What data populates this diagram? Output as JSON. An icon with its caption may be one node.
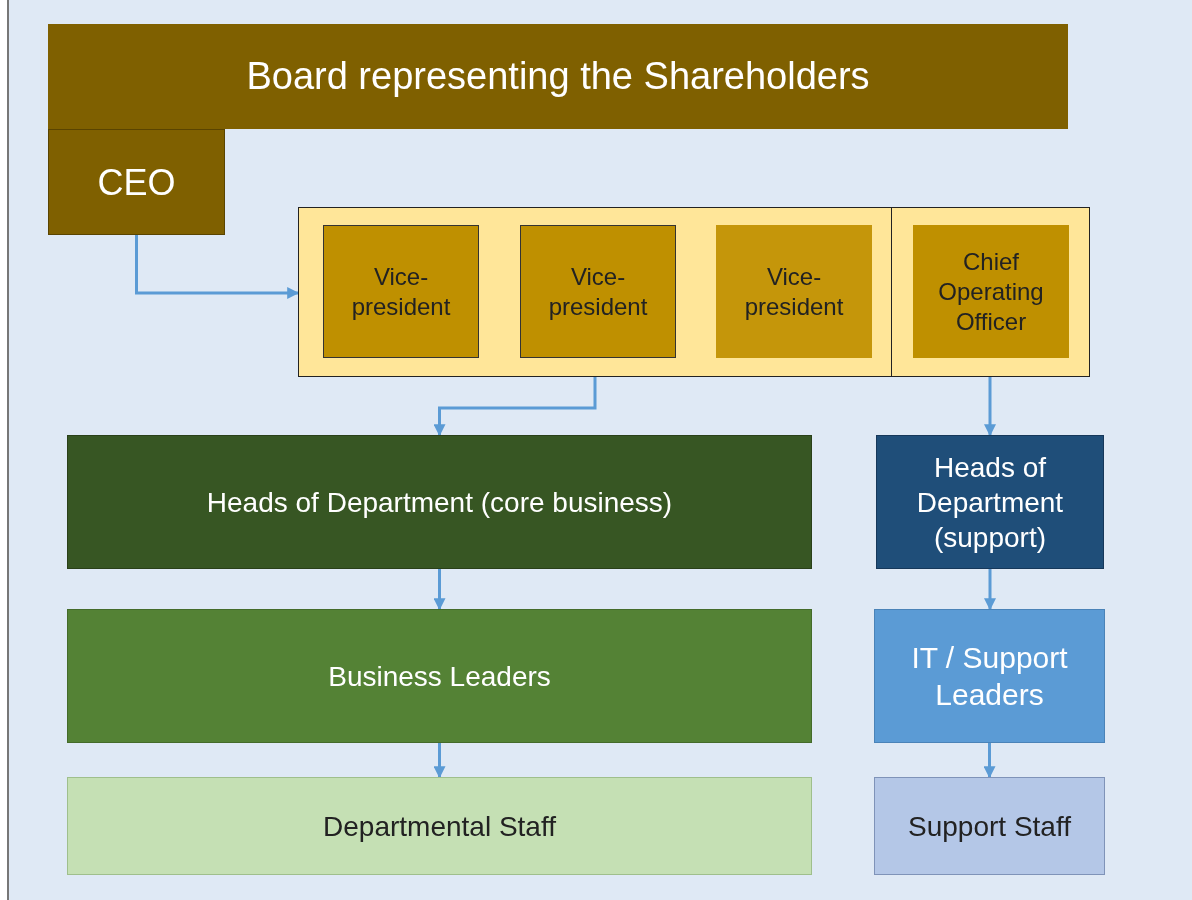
{
  "diagram": {
    "nodes": [
      {
        "text": [
          "Board representing the Shareholders"
        ]
      },
      {
        "text": [
          "CEO"
        ]
      },
      {
        "text": [],
        "shape": "box"
      },
      {
        "text": [
          "Vice-president"
        ],
        "in": 2
      },
      {
        "text": [
          "Vice-president"
        ],
        "in": 2
      },
      {
        "text": [
          "Vice-president"
        ],
        "in": 2
      },
      {
        "text": [
          "Chief Operating Officer"
        ],
        "in": 2
      },
      {
        "text": [
          "Heads of Department (core business)"
        ]
      },
      {
        "text": [
          "Heads of Department (support)"
        ]
      },
      {
        "text": [
          "Business Leaders"
        ]
      },
      {
        "text": [
          "IT / Support Leaders"
        ]
      },
      {
        "text": [
          "Departmental Staff"
        ]
      },
      {
        "text": [
          "Support Staff"
        ]
      }
    ],
    "edges": [
      {
        "from": 1,
        "to": 2,
        "arrow": "to"
      },
      {
        "from": 2,
        "to": 7,
        "arrow": "to"
      },
      {
        "from": 2,
        "to": 8,
        "arrow": "to"
      },
      {
        "from": 7,
        "to": 9,
        "arrow": "to"
      },
      {
        "from": 9,
        "to": 11,
        "arrow": "to"
      },
      {
        "from": 8,
        "to": 10,
        "arrow": "to"
      },
      {
        "from": 10,
        "to": 12,
        "arrow": "to"
      }
    ]
  }
}
